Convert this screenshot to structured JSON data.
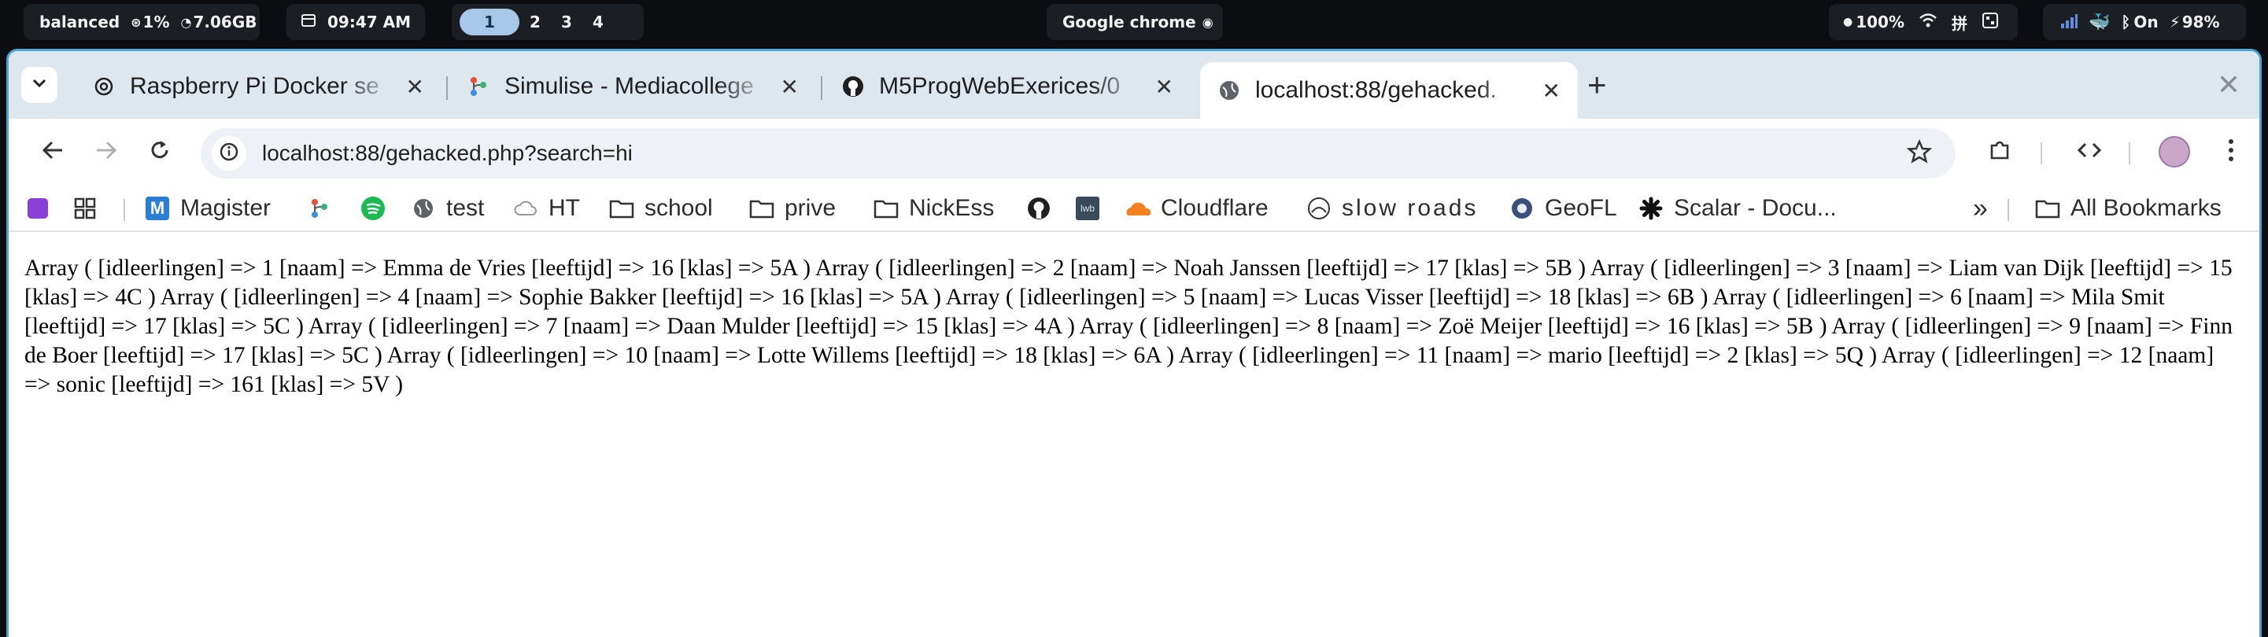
{
  "panel": {
    "power_profile": "balanced",
    "cpu": "1%",
    "memory": "7.06GB",
    "time": "09:47 AM",
    "workspaces": [
      "1",
      "2",
      "3",
      "4"
    ],
    "active_workspace": "1",
    "active_window": "Google chrome",
    "volume": "100%",
    "bluetooth": "On",
    "battery": "98%"
  },
  "browser": {
    "tabs": [
      {
        "title": "Raspberry Pi Docker se",
        "icon": "chatgpt-icon"
      },
      {
        "title": "Simulise - Mediacollege",
        "icon": "git-branch-icon"
      },
      {
        "title": "M5ProgWebExerices/0",
        "icon": "github-icon"
      },
      {
        "title": "localhost:88/gehacked.",
        "icon": "globe-icon",
        "active": true
      }
    ],
    "new_tab": "+",
    "url": "localhost:88/gehacked.php?search=hi",
    "bookmarks": [
      {
        "label": "",
        "icon": "purple-square-icon"
      },
      {
        "label": "",
        "icon": "apps-grid-icon"
      },
      {
        "label": "Magister",
        "icon": "magister-icon"
      },
      {
        "label": "",
        "icon": "git-branch-icon"
      },
      {
        "label": "",
        "icon": "spotify-icon"
      },
      {
        "label": "test",
        "icon": "globe-icon"
      },
      {
        "label": "HT",
        "icon": "cloud-link-icon"
      },
      {
        "label": "school",
        "icon": "folder-icon"
      },
      {
        "label": "prive",
        "icon": "folder-icon"
      },
      {
        "label": "NickEss",
        "icon": "folder-icon"
      },
      {
        "label": "",
        "icon": "github-icon"
      },
      {
        "label": "",
        "icon": "lwb-icon"
      },
      {
        "label": "Cloudflare",
        "icon": "cloudflare-icon"
      },
      {
        "label": "slow roads",
        "icon": "slow-roads-icon"
      },
      {
        "label": "GeoFL",
        "icon": "geofl-icon"
      },
      {
        "label": "Scalar - Docu...",
        "icon": "scalar-icon"
      }
    ],
    "overflow": "»",
    "all_bookmarks": "All Bookmarks"
  },
  "page": {
    "text": "Array ( [idleerlingen] => 1 [naam] => Emma de Vries [leeftijd] => 16 [klas] => 5A ) Array ( [idleerlingen] => 2 [naam] => Noah Janssen [leeftijd] => 17 [klas] => 5B ) Array ( [idleerlingen] => 3 [naam] => Liam van Dijk [leeftijd] => 15 [klas] => 4C ) Array ( [idleerlingen] => 4 [naam] => Sophie Bakker [leeftijd] => 16 [klas] => 5A ) Array ( [idleerlingen] => 5 [naam] => Lucas Visser [leeftijd] => 18 [klas] => 6B ) Array ( [idleerlingen] => 6 [naam] => Mila Smit [leeftijd] => 17 [klas] => 5C ) Array ( [idleerlingen] => 7 [naam] => Daan Mulder [leeftijd] => 15 [klas] => 4A ) Array ( [idleerlingen] => 8 [naam] => Zoë Meijer [leeftijd] => 16 [klas] => 5B ) Array ( [idleerlingen] => 9 [naam] => Finn de Boer [leeftijd] => 17 [klas] => 5C ) Array ( [idleerlingen] => 10 [naam] => Lotte Willems [leeftijd] => 18 [klas] => 6A ) Array ( [idleerlingen] => 11 [naam] => mario [leeftijd] => 2 [klas] => 5Q ) Array ( [idleerlingen] => 12 [naam] => sonic [leeftijd] => 161 [klas] => 5V )"
  },
  "colors": {
    "window_border": "#4aa3d6",
    "tabstrip_bg": "#dfe7ee",
    "omnibox_bg": "#eef2f6",
    "workspace_active": "#a9c7e8"
  }
}
